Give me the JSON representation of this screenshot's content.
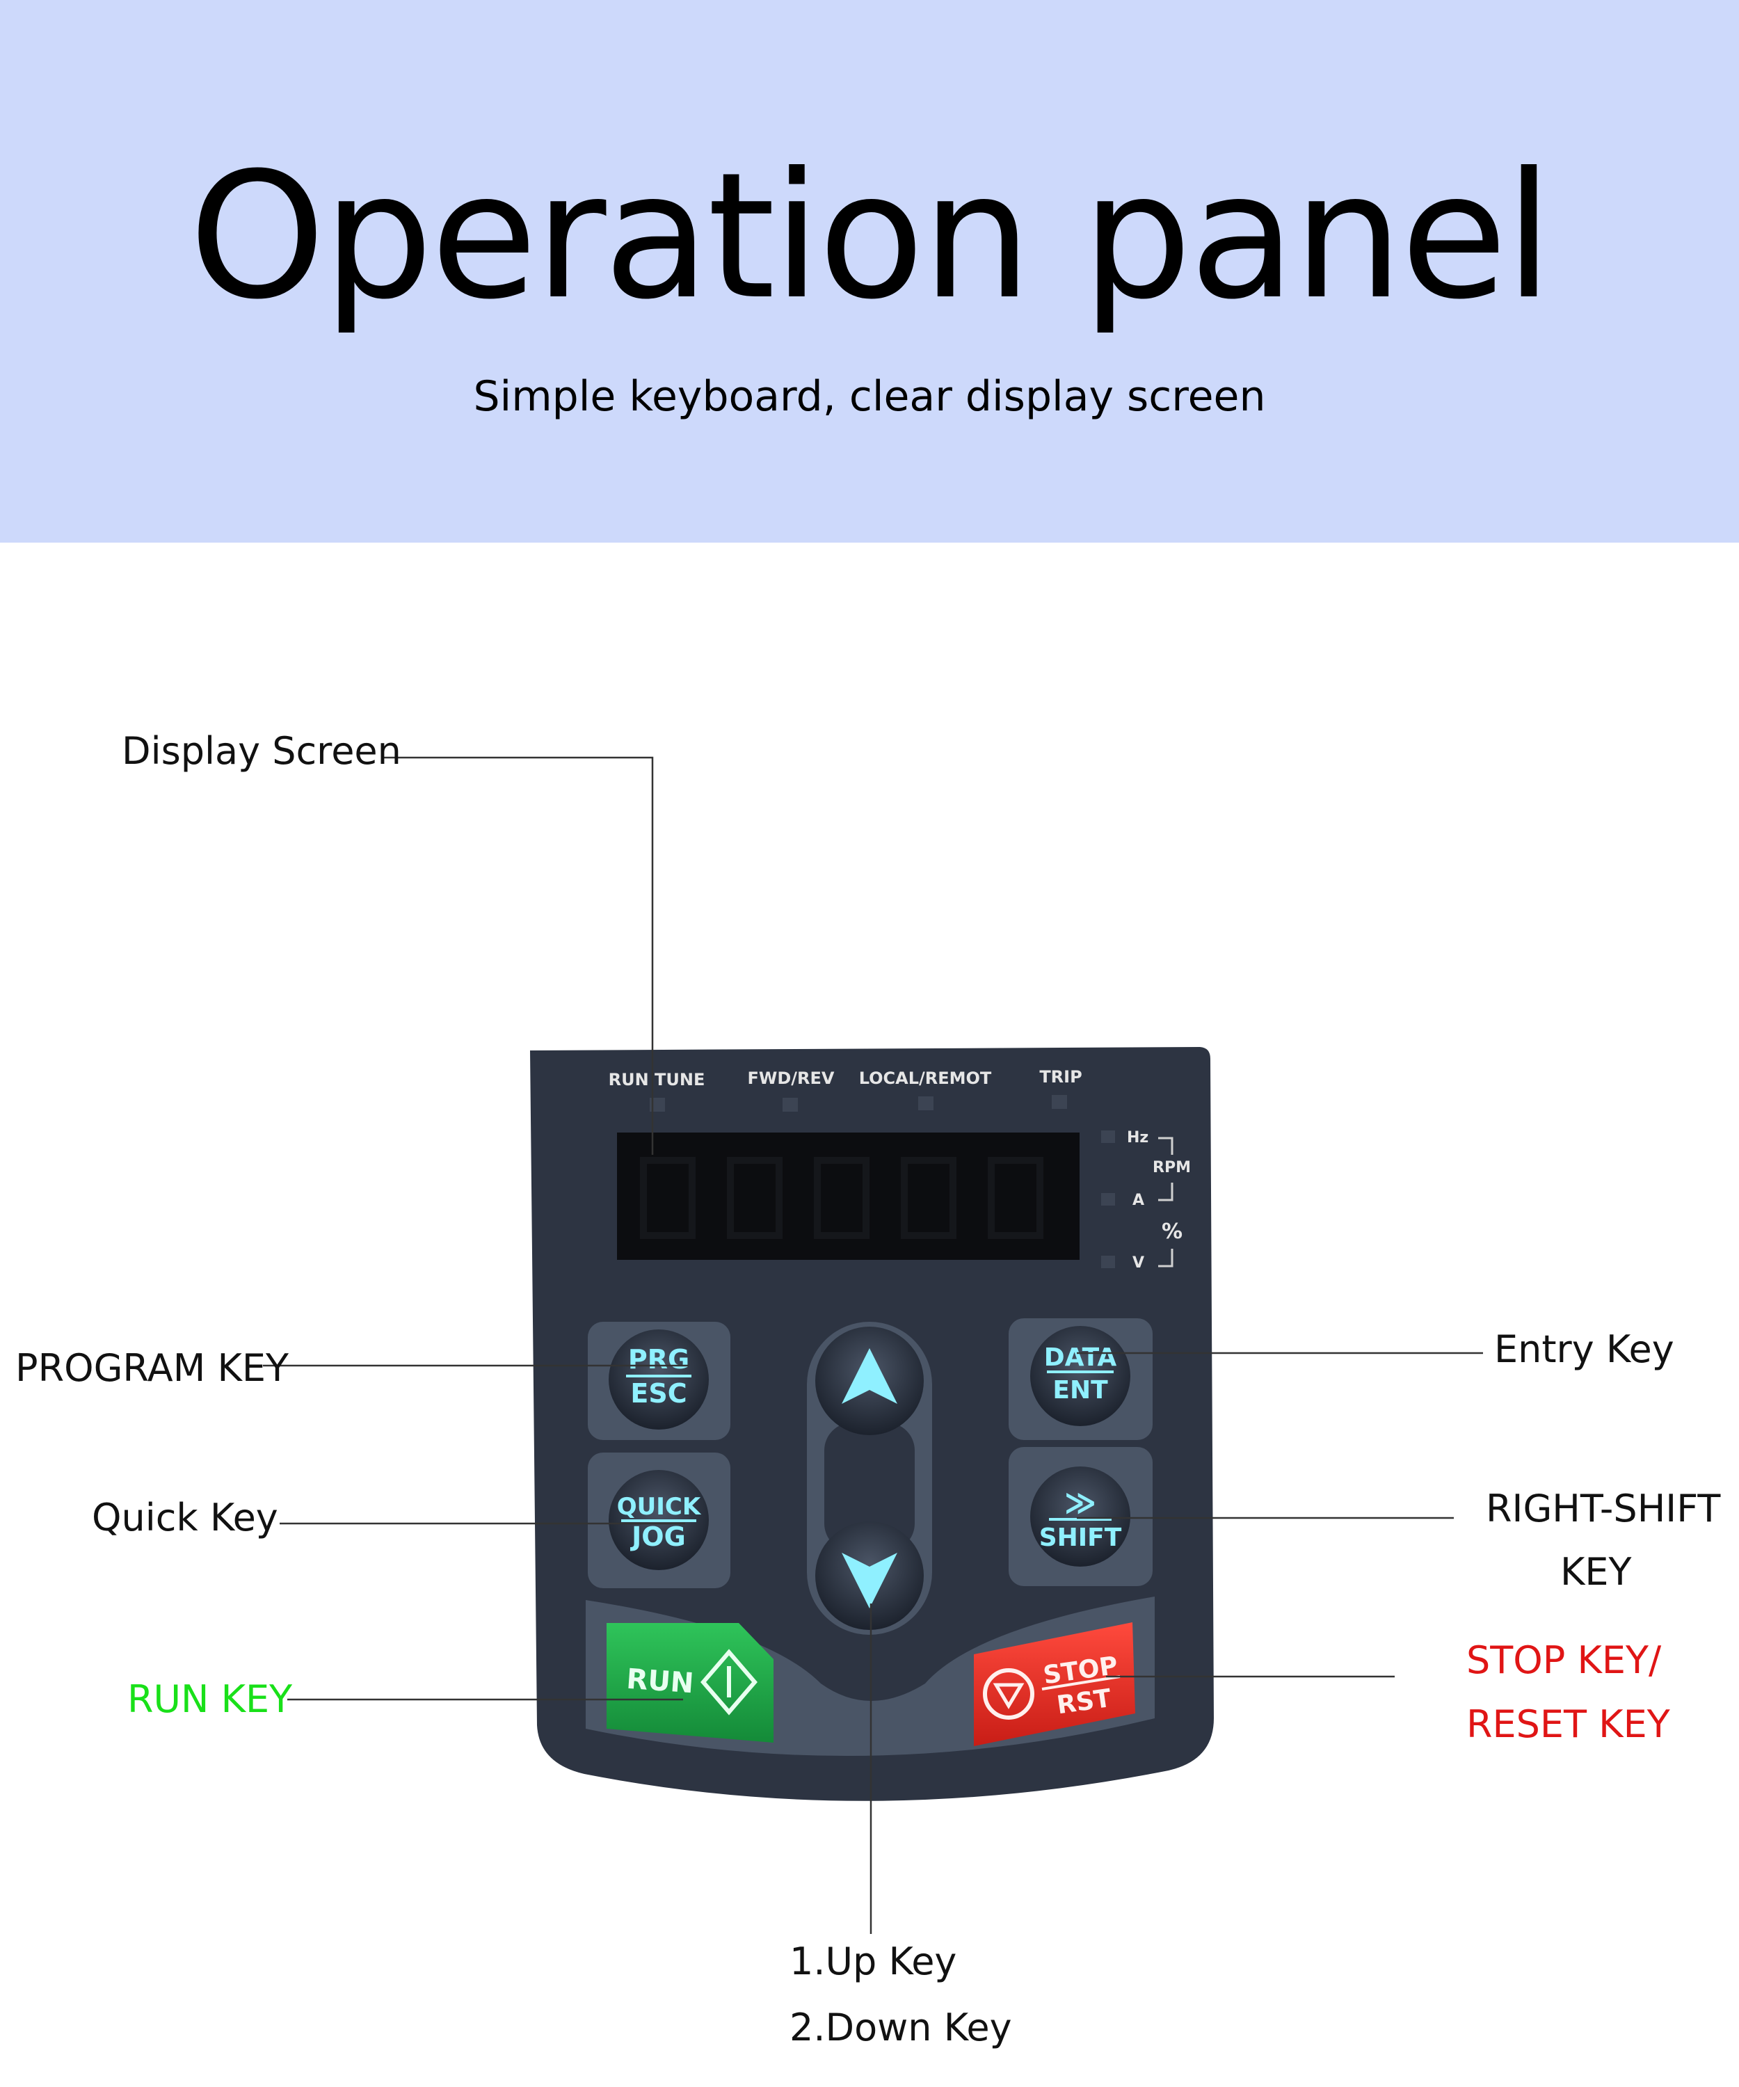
{
  "header": {
    "title": "Operation panel",
    "subtitle": "Simple keyboard, clear display screen"
  },
  "labels": {
    "display_screen": "Display Screen",
    "program_key": "PROGRAM KEY",
    "quick_key": "Quick Key",
    "run_key": "RUN KEY",
    "entry_key": "Entry Key",
    "right_shift_line1": "RIGHT-SHIFT",
    "right_shift_line2": "KEY",
    "stop_line1": "STOP KEY/",
    "stop_line2": "RESET KEY",
    "up_key": "1.Up Key",
    "down_key": "2.Down Key"
  },
  "panel": {
    "indicators": {
      "run_tune": "RUN TUNE",
      "fwd_rev": "FWD/REV",
      "local_remot": "LOCAL/REMOT",
      "trip": "TRIP"
    },
    "units": {
      "hz": "Hz",
      "rpm": "RPM",
      "a": "A",
      "percent": "%",
      "v": "V"
    },
    "keys": {
      "prg": "PRG",
      "esc": "ESC",
      "quick": "QUICK",
      "jog": "JOG",
      "data": "DATA",
      "ent": "ENT",
      "shift": "SHIFT",
      "shift_symbol": "≫",
      "run": "RUN",
      "stop": "STOP",
      "rst": "RST"
    }
  },
  "colors": {
    "header_bg": "#cdd9fb",
    "panel_body": "#2d3442",
    "key_text": "#8ff0ff",
    "run_green": "#1fa64a",
    "stop_red": "#e52a22",
    "run_label": "#19e019",
    "stop_label": "#e01515"
  }
}
